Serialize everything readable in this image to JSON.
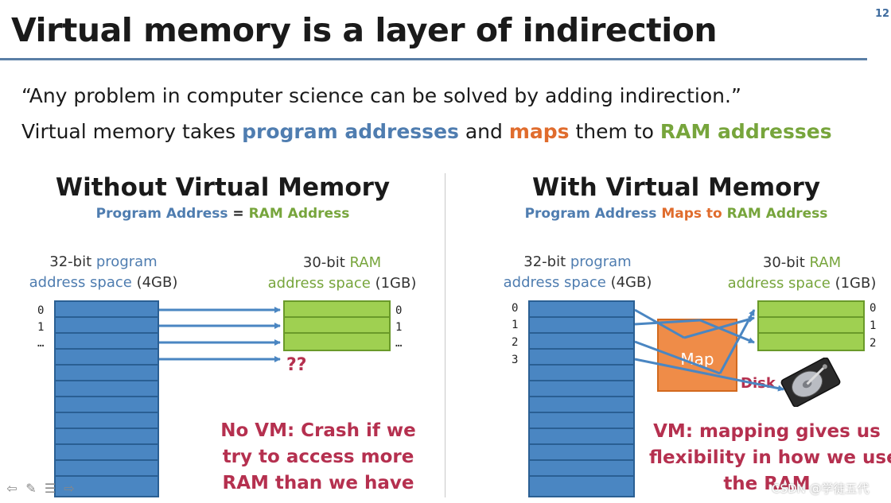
{
  "slide": {
    "title": "Virtual memory is a layer of indirection",
    "page_number": "12",
    "quote": "“Any problem in computer science can be solved by adding indirection.”",
    "line2": {
      "prefix": "Virtual memory takes ",
      "program_addresses": "program addresses",
      "and": " and ",
      "maps": "maps",
      "them_to": " them to ",
      "ram_addresses": "RAM addresses"
    }
  },
  "left": {
    "heading": "Without Virtual Memory",
    "sub_program": "Program Address",
    "sub_eq": " = ",
    "sub_ram": "RAM Address",
    "prog_label_1a": "32-bit ",
    "prog_label_1b": "program",
    "prog_label_2a": "address space",
    "prog_label_2b": " (4GB)",
    "ram_label_1a": "30-bit ",
    "ram_label_1b": "RAM",
    "ram_label_2a": "address space",
    "ram_label_2b": " (1GB)",
    "prog_indices": [
      "0",
      "1",
      "…"
    ],
    "ram_indices": [
      "0",
      "1",
      "…"
    ],
    "unknown_marker": "??",
    "note_lines": [
      "No VM: Crash if we",
      "try to access more",
      "RAM than we have"
    ]
  },
  "right": {
    "heading": "With Virtual Memory",
    "sub_program": "Program Address",
    "sub_maps": " Maps to ",
    "sub_ram": "RAM Address",
    "prog_label_1a": "32-bit ",
    "prog_label_1b": "program",
    "prog_label_2a": "address space",
    "prog_label_2b": " (4GB)",
    "ram_label_1a": "30-bit ",
    "ram_label_1b": "RAM",
    "ram_label_2a": "address space",
    "ram_label_2b": " (1GB)",
    "prog_indices": [
      "0",
      "1",
      "2",
      "3"
    ],
    "ram_indices": [
      "0",
      "1",
      "2"
    ],
    "map_label": "Map",
    "disk_label": "Disk",
    "note_lines": [
      "VM: mapping gives us",
      "flexibility in how we use",
      "the RAM"
    ]
  },
  "watermark": "CSDN @学徒五代",
  "colors": {
    "program": "#4f7db0",
    "ram": "#77a53c",
    "map": "#e06c2d",
    "note": "#b5304f",
    "arrow": "#4a86c2"
  },
  "icons": [
    "back-arrow-icon",
    "pen-icon",
    "menu-icon",
    "forward-arrow-icon"
  ]
}
